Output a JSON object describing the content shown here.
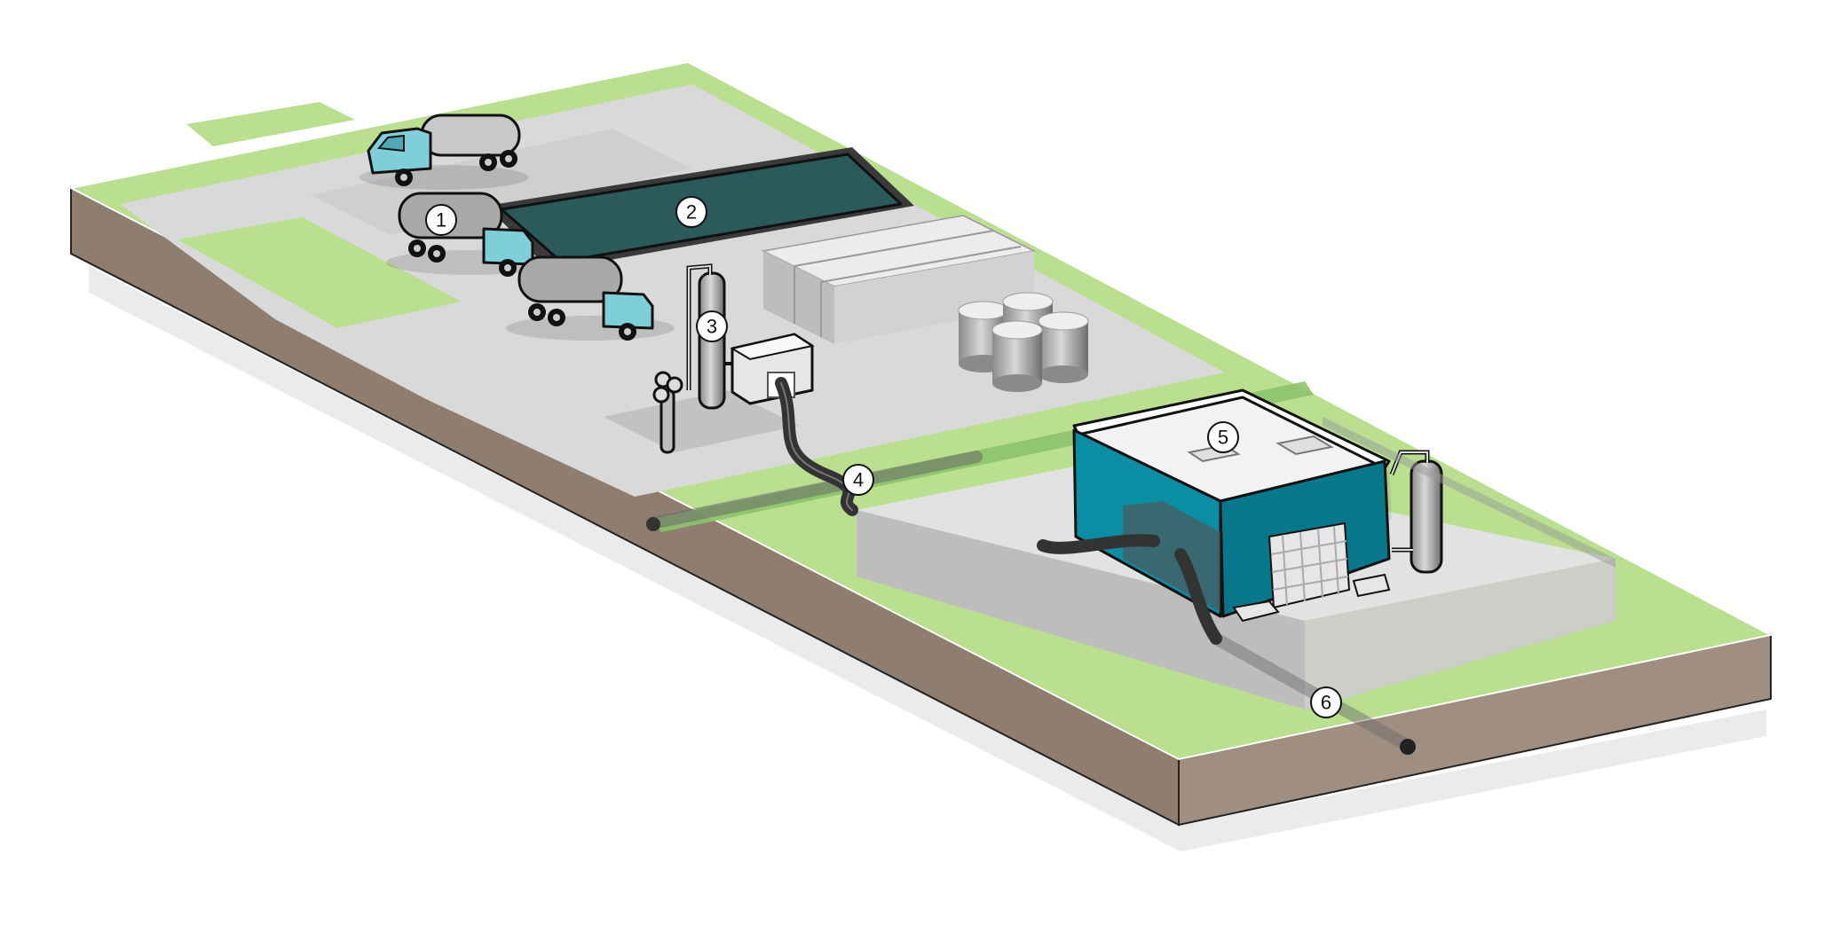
{
  "diagram": {
    "callouts": [
      {
        "id": "callout-1",
        "label": "1"
      },
      {
        "id": "callout-2",
        "label": "2"
      },
      {
        "id": "callout-3",
        "label": "3"
      },
      {
        "id": "callout-4",
        "label": "4"
      },
      {
        "id": "callout-5",
        "label": "5"
      },
      {
        "id": "callout-6",
        "label": "6"
      }
    ],
    "colors": {
      "grass": "#b9df8f",
      "grass_dark": "#8cc46a",
      "pavement": "#d9d9d9",
      "soil": "#8f7d6f",
      "soil_dark": "#7d6b5e",
      "pond": "#2a5a5c",
      "building": "#0a8ea4",
      "truck_cab": "#7ecfd9",
      "pipe": "#333333",
      "outline": "#111111"
    }
  }
}
